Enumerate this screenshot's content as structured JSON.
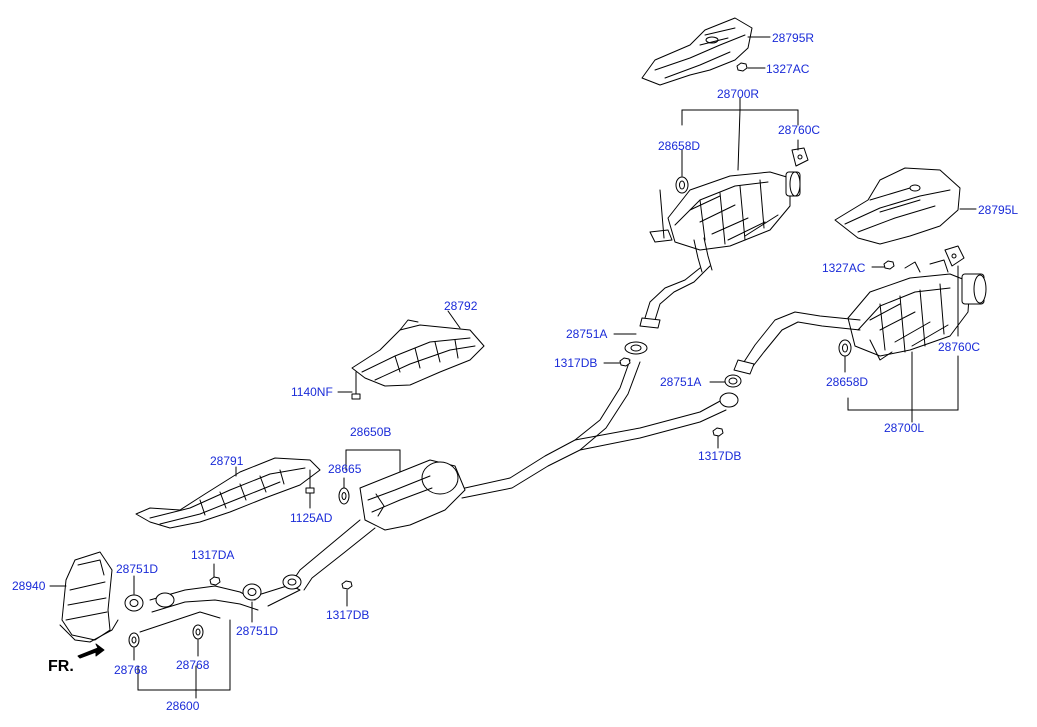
{
  "diagram": {
    "front_marker": "FR.",
    "labels": {
      "l28795R": "28795R",
      "l1327AC_top": "1327AC",
      "l28700R": "28700R",
      "l28658D_top": "28658D",
      "l28760C_top": "28760C",
      "l28795L": "28795L",
      "l1327AC_mid": "1327AC",
      "l28792": "28792",
      "l28751A_left": "28751A",
      "l1317DB_left": "1317DB",
      "l1140NF": "1140NF",
      "l28760C_right": "28760C",
      "l28751A_mid": "28751A",
      "l28658D_right": "28658D",
      "l28700L": "28700L",
      "l1317DB_mid": "1317DB",
      "l28650B": "28650B",
      "l28791": "28791",
      "l28665": "28665",
      "l1125AD": "1125AD",
      "l1317DA": "1317DA",
      "l28940": "28940",
      "l28751D_left": "28751D",
      "l28751D_right": "28751D",
      "l1317DB_bottom": "1317DB",
      "l28768_left": "28768",
      "l28768_right": "28768",
      "l28600": "28600"
    }
  }
}
